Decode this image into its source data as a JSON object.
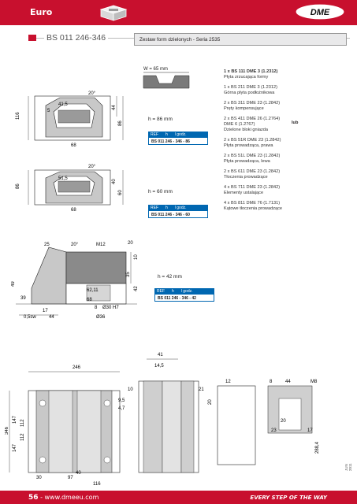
{
  "header": {
    "section": "Euro",
    "brand": "DME"
  },
  "product": {
    "code": "BS 011 246-346",
    "description": "Zestaw form dzielonych - Seria 2535"
  },
  "parts": [
    {
      "qty_code": "1 x BS 111 DME 3 (1.2312)",
      "name": "Płyta zrzucająca formy"
    },
    {
      "qty_code": "1 x BS 211 DME 3 (1.2312)",
      "name": "Górna płyta podłożnikowa"
    },
    {
      "qty_code": "2 x BS 311 DME 23 (1.2842)",
      "name": "Pręty kompensujące"
    },
    {
      "qty_code": "2 x BS 411 DME 26 (1.2764)",
      "extra": "DME 6 (1.2767)",
      "name": "Dzielone bloki gniazda"
    },
    {
      "qty_code": "2 x BS 51R DME 23 (1.2842)",
      "name": "Płyta prowadząca, prawa"
    },
    {
      "qty_code": "2 x BS 51L DME 23 (1.2842)",
      "name": "Płyta prowadząca, lewa"
    },
    {
      "qty_code": "2 x BS 611 DME 23 (1.2842)",
      "name": "Tłoczenia prowadzące"
    },
    {
      "qty_code": "4 x BS 711 DME 23 (1.2842)",
      "name": "Elementy ustalające"
    },
    {
      "qty_code": "4 x BS 811 DME 76 (1.7131)",
      "name": "Kątowe tłoczenia prowadzące"
    }
  ],
  "lub_label": "lub",
  "variants": [
    {
      "h_label": "h = 86 mm",
      "ref_headers": [
        "REF",
        "h",
        "l godz."
      ],
      "ref_value": "BS 011  246 - 346 - 86"
    },
    {
      "h_label": "h = 60 mm",
      "ref_headers": [
        "REF",
        "h",
        "l godz."
      ],
      "ref_value": "BS 011  246 - 346 - 60"
    },
    {
      "h_label": "h = 42 mm",
      "ref_headers": [
        "REF",
        "h",
        "l godz."
      ],
      "ref_value": "BS 011  246 - 346 - 42"
    }
  ],
  "w_label": "W = 65 mm",
  "dims": {
    "d116": "116",
    "d41_5": "41,5",
    "d20": "20°",
    "d5": "5",
    "d44": "44",
    "d86": "86",
    "d68": "68",
    "d51_5": "51,5",
    "d40": "40",
    "d60": "60",
    "d25": "25",
    "d20b": "20°",
    "dM12": "M12",
    "d20c": "20",
    "d10": "10",
    "d35": "35",
    "d42": "42",
    "d62_11": "62,11",
    "d8": "8",
    "d030H7": "Ø30 H7",
    "d036": "Ø36",
    "d0_5": "0,5sw",
    "d20d": "20",
    "d44b": "44",
    "d17": "17",
    "d49": "49",
    "d39": "39",
    "d246": "246",
    "d346": "346",
    "d147": "147",
    "d147b": "147",
    "d112": "112",
    "d112b": "112",
    "d41": "41",
    "d14_5": "14,5",
    "d10b": "10",
    "d9_5": "9,5",
    "d4_7": "4,7",
    "d21": "21",
    "d12": "12",
    "d20e": "20",
    "d8b": "8",
    "d44c": "44",
    "dM8": "M8",
    "d20f": "20",
    "d23": "23",
    "d17b": "17",
    "d288": "288,4",
    "d97": "97",
    "d116b": "116",
    "d30": "30"
  },
  "footer": {
    "page": "56",
    "site": " - www.dmeeu.com",
    "slogan": "EVERY STEP OF THE WAY"
  },
  "side_code": "JUN 2011"
}
